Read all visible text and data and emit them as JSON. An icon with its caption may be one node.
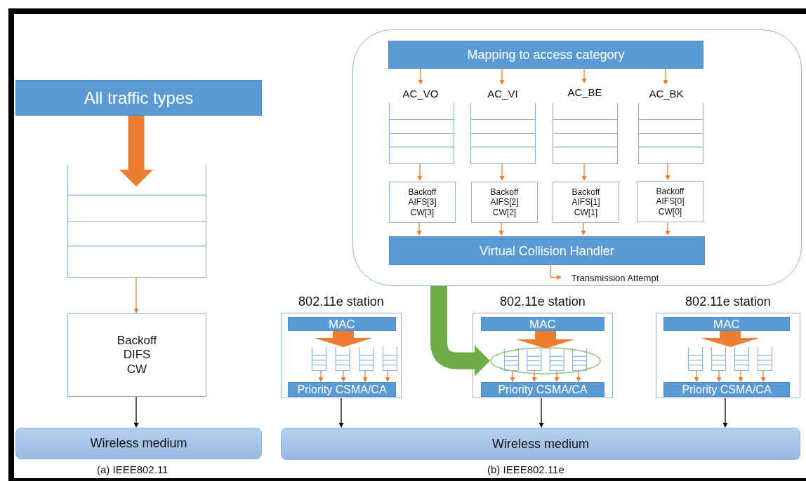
{
  "diagram": {
    "nodes": [
      {
        "text": [
          "All traffic types"
        ]
      },
      {
        "text": [],
        "shape": "queue"
      },
      {
        "text": [
          "Backoff DIFS CW"
        ]
      },
      {
        "text": [
          "Wireless medium"
        ]
      },
      {
        "text": [],
        "shape": "box"
      },
      {
        "text": [
          "Mapping to access category"
        ],
        "in": 4
      },
      {
        "text": [
          "AC_VO"
        ],
        "in": 4
      },
      {
        "text": [
          "AC_VI"
        ],
        "in": 4
      },
      {
        "text": [
          "AC_BE"
        ],
        "in": 4
      },
      {
        "text": [
          "AC_BK"
        ],
        "in": 4
      },
      {
        "text": [],
        "shape": "queue",
        "in": 4
      },
      {
        "text": [],
        "shape": "queue",
        "in": 4
      },
      {
        "text": [],
        "shape": "queue",
        "in": 4
      },
      {
        "text": [],
        "shape": "queue",
        "in": 4
      },
      {
        "text": [
          "Backoff AIFS[3] CW[3]"
        ],
        "in": 4
      },
      {
        "text": [
          "Backoff AIFS[2] CW[2]"
        ],
        "in": 4
      },
      {
        "text": [
          "Backoff AIFS[1] CW[1]"
        ],
        "in": 4
      },
      {
        "text": [
          "Backoff AIFS[0] CW[0]"
        ],
        "in": 4
      },
      {
        "text": [
          "Virtual Collision Handler"
        ],
        "in": 4
      },
      {
        "text": [
          "802.11e station"
        ]
      },
      {
        "text": [
          "MAC"
        ],
        "in": 19
      },
      {
        "text": [],
        "shape": "queue",
        "in": 19
      },
      {
        "text": [
          "Priority CSMA/CA"
        ],
        "in": 19
      },
      {
        "text": [
          "802.11e station"
        ]
      },
      {
        "text": [
          "MAC"
        ],
        "in": 23
      },
      {
        "text": [],
        "shape": "ellipse",
        "in": 23
      },
      {
        "text": [],
        "shape": "queue",
        "in": 25
      },
      {
        "text": [
          "Priority CSMA/CA"
        ],
        "in": 23
      },
      {
        "text": [
          "802.11e station"
        ]
      },
      {
        "text": [
          "MAC"
        ],
        "in": 28
      },
      {
        "text": [],
        "shape": "queue",
        "in": 28
      },
      {
        "text": [
          "Priority CSMA/CA"
        ],
        "in": 28
      },
      {
        "text": [
          "Wireless medium"
        ]
      },
      {
        "text": [
          "Transmission Attempt"
        ],
        "in": 4
      }
    ],
    "edges": [
      {
        "from": 0,
        "to": 1,
        "arrow": "to",
        "style": "thick"
      },
      {
        "from": 1,
        "to": 2,
        "arrow": "to"
      },
      {
        "from": 2,
        "to": 3,
        "arrow": "to",
        "color": "#000000"
      },
      {
        "from": 5,
        "to": 6,
        "arrow": "to"
      },
      {
        "from": 5,
        "to": 7,
        "arrow": "to"
      },
      {
        "from": 5,
        "to": 8,
        "arrow": "to"
      },
      {
        "from": 5,
        "to": 9,
        "arrow": "to"
      },
      {
        "from": 10,
        "to": 14,
        "arrow": "to"
      },
      {
        "from": 11,
        "to": 15,
        "arrow": "to"
      },
      {
        "from": 12,
        "to": 16,
        "arrow": "to"
      },
      {
        "from": 13,
        "to": 17,
        "arrow": "to"
      },
      {
        "from": 14,
        "to": 18,
        "arrow": "to"
      },
      {
        "from": 15,
        "to": 18,
        "arrow": "to"
      },
      {
        "from": 16,
        "to": 18,
        "arrow": "to"
      },
      {
        "from": 17,
        "to": 18,
        "arrow": "to"
      },
      {
        "from": 18,
        "to": 33,
        "arrow": "to"
      },
      {
        "from": 4,
        "to": 25,
        "arrow": "to",
        "style": "thick",
        "color": "#70ad47"
      },
      {
        "from": 20,
        "to": 21,
        "arrow": "to",
        "style": "thick"
      },
      {
        "from": 21,
        "to": 22,
        "arrow": "to"
      },
      {
        "from": 21,
        "to": 22,
        "arrow": "to"
      },
      {
        "from": 21,
        "to": 22,
        "arrow": "to"
      },
      {
        "from": 21,
        "to": 22,
        "arrow": "to"
      },
      {
        "from": 19,
        "to": 32,
        "arrow": "to",
        "color": "#000000"
      },
      {
        "from": 24,
        "to": 26,
        "arrow": "to",
        "style": "thick"
      },
      {
        "from": 26,
        "to": 27,
        "arrow": "to"
      },
      {
        "from": 26,
        "to": 27,
        "arrow": "to"
      },
      {
        "from": 26,
        "to": 27,
        "arrow": "to"
      },
      {
        "from": 26,
        "to": 27,
        "arrow": "to"
      },
      {
        "from": 23,
        "to": 32,
        "arrow": "to",
        "color": "#000000"
      },
      {
        "from": 29,
        "to": 30,
        "arrow": "to",
        "style": "thick"
      },
      {
        "from": 30,
        "to": 31,
        "arrow": "to"
      },
      {
        "from": 30,
        "to": 31,
        "arrow": "to"
      },
      {
        "from": 30,
        "to": 31,
        "arrow": "to"
      },
      {
        "from": 30,
        "to": 31,
        "arrow": "to"
      },
      {
        "from": 28,
        "to": 32,
        "arrow": "to",
        "color": "#000000"
      }
    ],
    "labels": [
      "(a) IEEE802.11",
      "(b) IEEE802.11e"
    ]
  }
}
